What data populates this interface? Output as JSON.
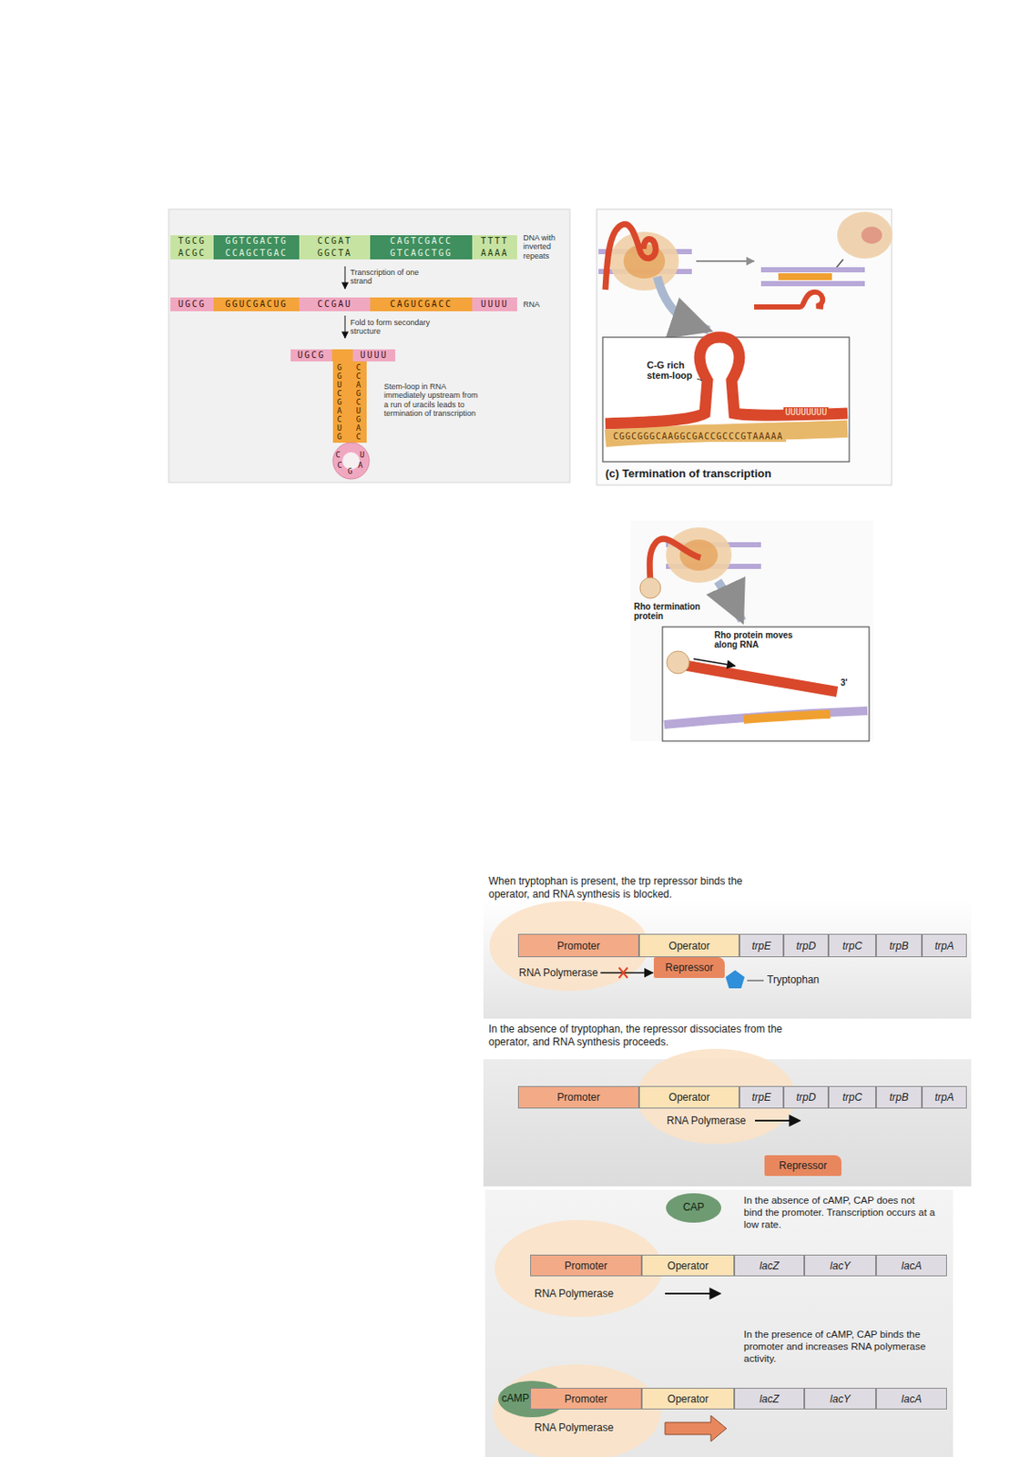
{
  "diagram": {
    "nodes": [
      {
        "text": [
          "Promoter"
        ]
      },
      {
        "text": [
          "Operator"
        ]
      },
      {
        "text": [
          "trpE"
        ]
      },
      {
        "text": [
          "trpD"
        ]
      },
      {
        "text": [
          "trpC"
        ]
      },
      {
        "text": [
          "trpB"
        ]
      },
      {
        "text": [
          "trpA"
        ]
      },
      {
        "text": [
          "RNA Polymerase"
        ]
      },
      {
        "text": [
          "Repressor"
        ]
      },
      {
        "text": [
          "Promoter"
        ]
      },
      {
        "text": [
          "Operator"
        ]
      },
      {
        "text": [
          "trpE"
        ]
      },
      {
        "text": [
          "trpD"
        ]
      },
      {
        "text": [
          "trpC"
        ]
      },
      {
        "text": [
          "trpB"
        ]
      },
      {
        "text": [
          "trpA"
        ]
      },
      {
        "text": [
          "RNA Polymerase"
        ]
      },
      {
        "text": [
          "Repressor"
        ]
      },
      {
        "text": [
          "CAP"
        ]
      },
      {
        "text": [
          "Promoter"
        ]
      },
      {
        "text": [
          "Operator"
        ]
      },
      {
        "text": [
          "lacZ"
        ]
      },
      {
        "text": [
          "lacY"
        ]
      },
      {
        "text": [
          "lacA"
        ]
      },
      {
        "text": [
          "RNA Polymerase"
        ]
      },
      {
        "text": [
          "cAMP + CAP"
        ]
      },
      {
        "text": [
          "Promoter"
        ]
      },
      {
        "text": [
          "Operator"
        ]
      },
      {
        "text": [
          "lacZ"
        ]
      },
      {
        "text": [
          "lacY"
        ]
      },
      {
        "text": [
          "lacA"
        ]
      },
      {
        "text": [
          "RNA Polymerase"
        ]
      }
    ],
    "edges": [
      {
        "from": 7,
        "to": 8,
        "arrow": "to"
      }
    ],
    "labels": [
      "DNA with inverted repeats",
      "TGCG",
      "GGTCGACTG",
      "CCGAT",
      "CAGTCGACC",
      "TTTT",
      "ACGC",
      "CCAGCTGAC",
      "GGCTA",
      "GTCAGCTGG",
      "AAAA",
      "Transcription of one strand",
      "UGCG",
      "GGUCGACUG",
      "CCGAU",
      "CAGUCGACC",
      "UUUU",
      "RNA",
      "Fold to form secondary structure",
      "UGCG",
      "UUUU",
      "GGUCGACUG",
      "CCAGCUGAC",
      "C",
      "C",
      "G",
      "A",
      "U",
      "Stem-loop in RNA immediately upstream from a run of uracils leads to termination of transcription",
      "C-G rich stem-loop",
      "UUUUUUUU",
      "CGGCGGGCAAGGCGACCGCCCGTAAAAA",
      "(c) Termination of transcription",
      "Rho termination protein",
      "Rho protein moves along RNA",
      "3'",
      "When tryptophan is present, the trp repressor binds the operator, and RNA synthesis is blocked.",
      "Tryptophan",
      "In the absence of tryptophan, the repressor dissociates from the operator, and RNA synthesis proceeds.",
      "In the absence of cAMP, CAP does not bind the promoter. Transcription occurs at a low rate.",
      "In the presence of cAMP, CAP binds the promoter and increases RNA polymerase activity."
    ]
  }
}
